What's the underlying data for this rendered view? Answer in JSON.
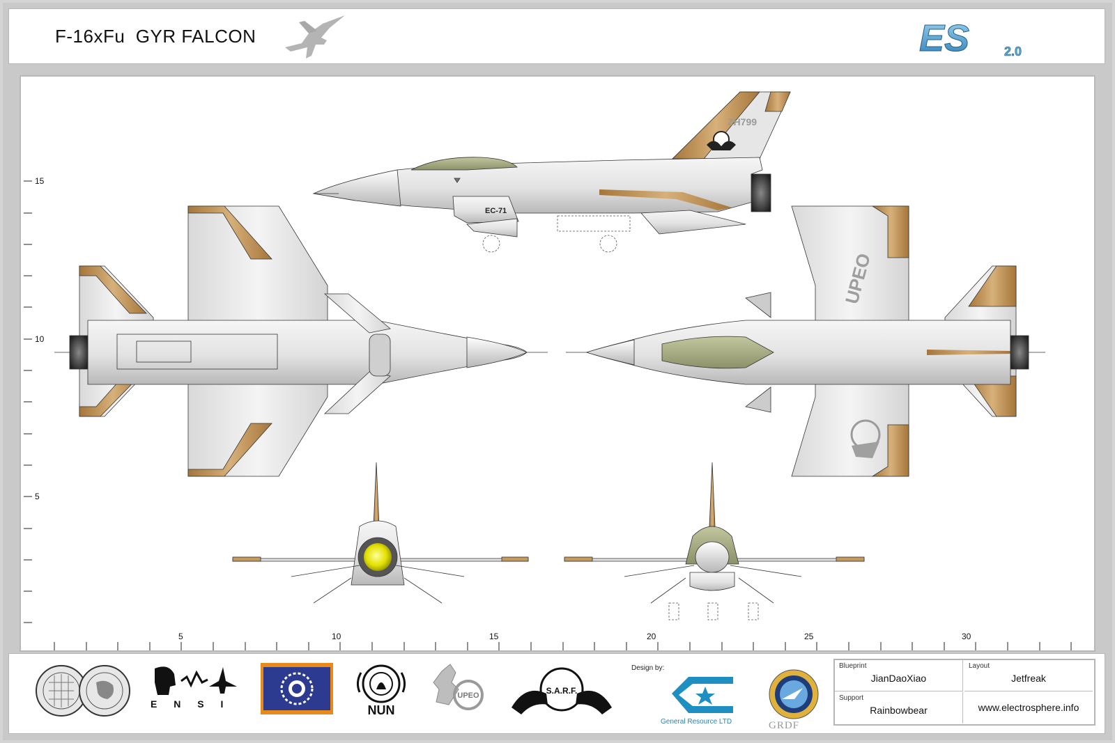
{
  "header": {
    "title": "F-16xFu  GYR FALCON",
    "brand_logo": "ES",
    "brand_version": "2.0"
  },
  "markings": {
    "tail_code": "ZH799",
    "intake_code": "EC-71",
    "wing_text": "UPEO"
  },
  "ruler": {
    "x_labels": [
      "5",
      "10",
      "15",
      "20",
      "25",
      "30"
    ],
    "y_labels": [
      "15",
      "10",
      "5"
    ]
  },
  "footer": {
    "logos": [
      "ensi-logo",
      "nun-logo",
      "upeo-logo",
      "sarf-logo"
    ],
    "ensi_text": "E N S I",
    "nun_text": "NUN",
    "upeo_text": "UPEO",
    "sarf_text": "S.A.R.F.",
    "design_by": "Design by:",
    "general_resource": "General Resource LTD",
    "grdf": "GRDF"
  },
  "credits": {
    "blueprint_label": "Blueprint",
    "blueprint_value": "JianDaoXiao",
    "layout_label": "Layout",
    "layout_value": "Jetfreak",
    "support_label": "Support",
    "support_value": "Rainbowbear",
    "website": "www.electrosphere.info"
  },
  "colors": {
    "accent_tan": "#c49a5e",
    "canopy_green": "#a9ad85",
    "hull_grey": "#e4e4e4",
    "frame_grey": "#c9c9c9",
    "es_blue": "#5aa8d6"
  }
}
